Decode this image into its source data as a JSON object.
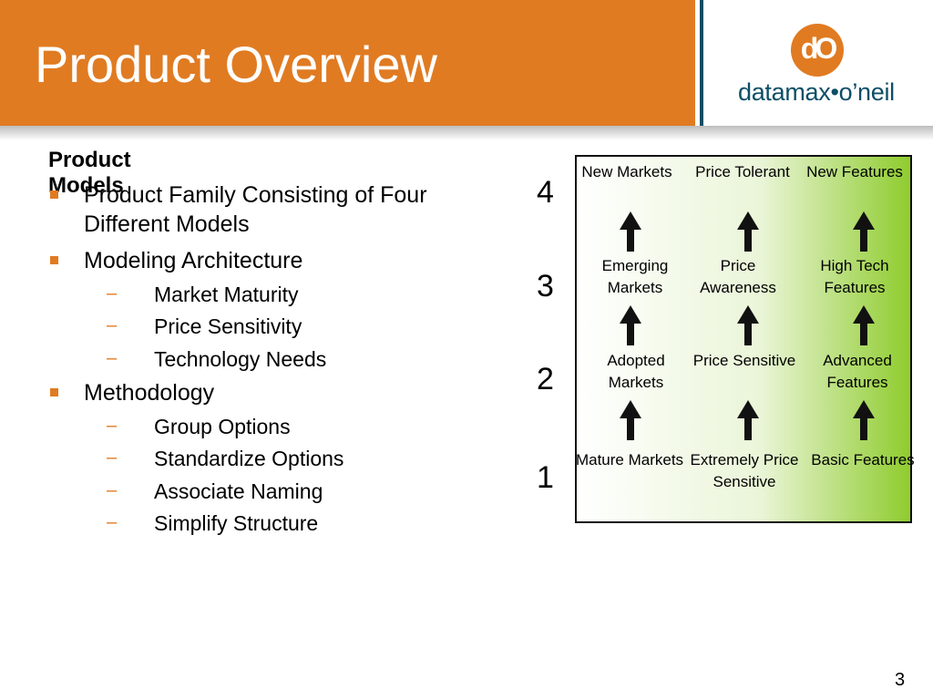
{
  "slide": {
    "title": "Product Overview",
    "page_number": "3"
  },
  "logo": {
    "mark": "dO",
    "text": "datamax•o’neil"
  },
  "colors": {
    "accent_orange": "#e07b22",
    "brand_teal": "#0d4e66",
    "chart_gradient_end": "#8fcc2e"
  },
  "body": {
    "heading": "Product Models",
    "items": [
      {
        "label": "Product Family Consisting of Four Different Models",
        "children": []
      },
      {
        "label": "Modeling Architecture",
        "children": [
          "Market Maturity",
          "Price Sensitivity",
          "Technology Needs"
        ]
      },
      {
        "label": "Methodology",
        "children": [
          "Group Options",
          "Standardize Options",
          "Associate Naming",
          "Simplify Structure"
        ]
      }
    ],
    "dash": "–"
  },
  "matrix": {
    "levels": [
      "4",
      "3",
      "2",
      "1"
    ],
    "rows": [
      [
        "New Markets",
        "Price Tolerant",
        "New Features"
      ],
      [
        "Emerging Markets",
        "Price Awareness",
        "High Tech Features"
      ],
      [
        "Adopted Markets",
        "Price Sensitive",
        "Advanced Features"
      ],
      [
        "Mature Markets",
        "Extremely Price Sensitive",
        "Basic Features"
      ]
    ],
    "arrow_icon": "up-arrow-icon"
  }
}
